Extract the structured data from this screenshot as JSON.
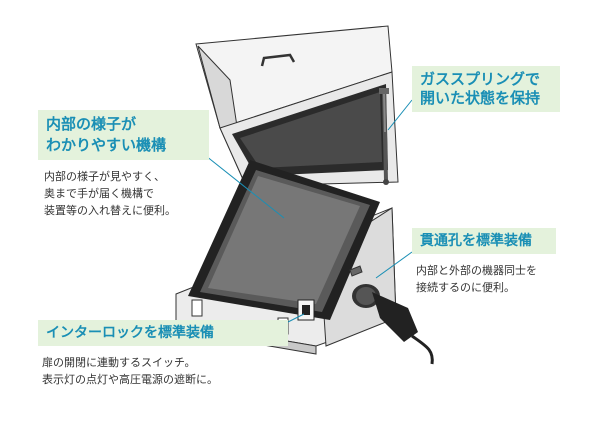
{
  "callouts": {
    "gas_spring": {
      "title_line1": "ガススプリングで",
      "title_line2": "開いた状態を保持"
    },
    "interior": {
      "title_line1": "内部の様子が",
      "title_line2": "わかりやすい機構",
      "desc_line1": "内部の様子が見やすく、",
      "desc_line2": "奥まで手が届く機構で",
      "desc_line3": "装置等の入れ替えに便利。"
    },
    "through_hole": {
      "title": "貫通孔を標準装備",
      "desc_line1": "内部と外部の機器同士を",
      "desc_line2": "接続するのに便利。"
    },
    "interlock": {
      "title": "インターロックを標準装備",
      "desc_line1": "扉の開閉に連動するスイッチ。",
      "desc_line2": "表示灯の点灯や高圧電源の遮断に。"
    }
  },
  "colors": {
    "accent": "#1a8fb5",
    "callout_bg": "#e4f2dc",
    "frame": "#2b2b2b",
    "body_light": "#ececec"
  }
}
